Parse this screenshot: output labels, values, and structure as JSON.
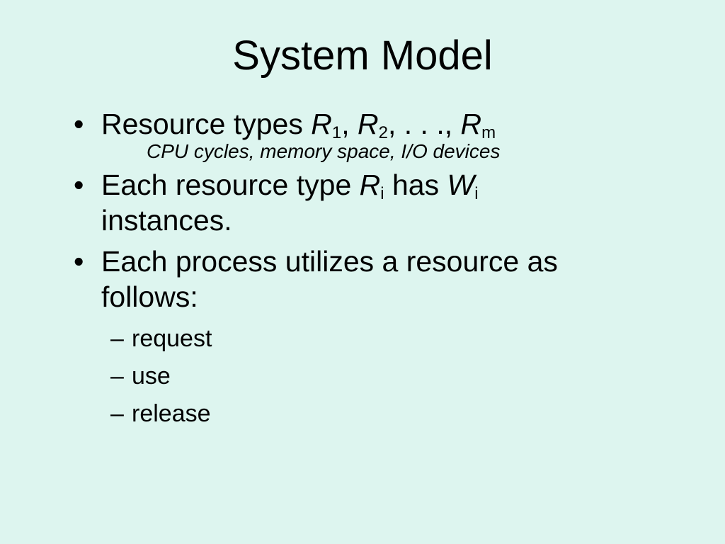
{
  "slide": {
    "title": "System Model",
    "bullet_glyph": "•",
    "dash_glyph": "–",
    "bullets": [
      {
        "prefix": "Resource types ",
        "r1": "R",
        "r1_sub": "1",
        "sep1": ", ",
        "r2": "R",
        "r2_sub": "2",
        "sep2": ", . . ., ",
        "rm": "R",
        "rm_sub": "m",
        "note": "CPU cycles, memory space, I/O devices"
      },
      {
        "prefix": "Each resource type ",
        "ri": "R",
        "ri_sub": "i",
        "middle": " has ",
        "wi": "W",
        "wi_sub": "i",
        "line2": "instances."
      },
      {
        "line1": "Each process utilizes a resource as",
        "line2": "follows:",
        "sub_items": [
          "request",
          "use",
          "release"
        ]
      }
    ]
  }
}
